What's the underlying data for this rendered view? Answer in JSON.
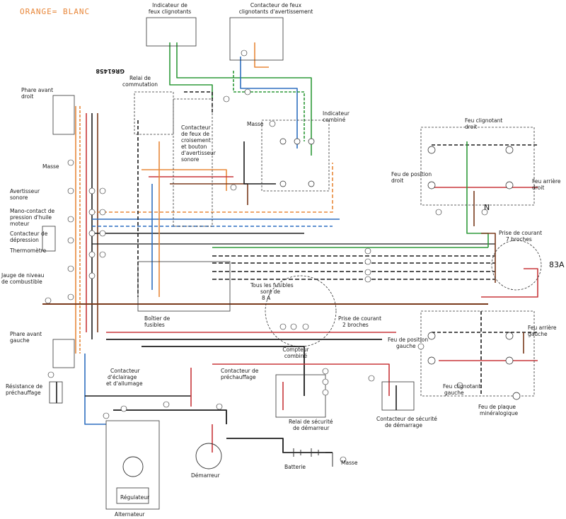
{
  "diagram": {
    "handwritten_note": "ORANGE= BLANC",
    "code_label": "GR61458",
    "mark_N": "N",
    "mark_83A": "83A",
    "labels": {
      "indicateur_feux_clignotants": [
        "Indicateur de",
        "feux clignotants"
      ],
      "contacteur_feux_clignotants": [
        "Contacteur de feux",
        "clignotants d'avertissement"
      ],
      "relai_commutation": [
        "Relai de",
        "commutation"
      ],
      "phare_avant_droit": [
        "Phare avant",
        "droit"
      ],
      "masse_left": "Masse",
      "avertisseur_sonore": [
        "Avertisseur",
        "sonore"
      ],
      "mano_contact": [
        "Mano-contact de",
        "pression d'huile",
        "moteur"
      ],
      "contacteur_depression": [
        "Contacteur de",
        "dépression"
      ],
      "thermometre": "Thermomètre",
      "jauge_niveau": [
        "Jauge de niveau",
        "de combustible"
      ],
      "phare_avant_gauche": [
        "Phare avant",
        "gauche"
      ],
      "resistance_prechauffage": [
        "Résistance de",
        "préchauffage"
      ],
      "contacteur_feux_croisement": [
        "Contacteur",
        "de feux de",
        "croisement",
        "et bouton",
        "d'avertisseur",
        "sonore"
      ],
      "masse_center": "Masse",
      "indicateur_combine": [
        "Indicateur",
        "combiné"
      ],
      "feu_clignotant_droit": [
        "Feu clignotant",
        "droit"
      ],
      "feu_position_droit": [
        "Feu de position",
        "droit"
      ],
      "feu_arriere_droit": [
        "Feu arrière",
        "droit"
      ],
      "prise_courant_7": [
        "Prise de courant",
        "7 broches"
      ],
      "tous_fusibles": [
        "Tous les fusibles",
        "sont de",
        "8 A"
      ],
      "boitier_fusibles": [
        "Boîtier de",
        "fusibles"
      ],
      "prise_courant_2": [
        "Prise de courant",
        "2 broches"
      ],
      "compteur_combine": [
        "Compteur",
        "combiné"
      ],
      "feu_position_gauche": [
        "Feu de position",
        "gauche"
      ],
      "feu_arriere_gauche": [
        "Feu arrière",
        "gauche"
      ],
      "feu_clignotant_gauche": [
        "Feu clignotant",
        "gauche"
      ],
      "feu_plaque": [
        "Feu de plaque",
        "minéralogique"
      ],
      "contacteur_eclairage": [
        "Contacteur",
        "d'éclairage",
        "et d'allumage"
      ],
      "contacteur_prechauffage": [
        "Contacteur de",
        "préchauffage"
      ],
      "relai_securite": [
        "Relai de sécurité",
        "de démarreur"
      ],
      "contacteur_securite": [
        "Contacteur de sécurité",
        "de démarrage"
      ],
      "batterie": "Batterie",
      "masse_bottom": "Masse",
      "demarreur": "Démarreur",
      "regulateur": "Régulateur",
      "alternateur": "Alternateur"
    },
    "wire_colors": {
      "black": "#1c1c1c",
      "orange": "#e8893a",
      "brown": "#7a3a1c",
      "red": "#c8373a",
      "blue": "#2f6fc0",
      "green": "#2f9a3a",
      "pink": "#d77a9a",
      "gray": "#9a9a9a"
    }
  }
}
